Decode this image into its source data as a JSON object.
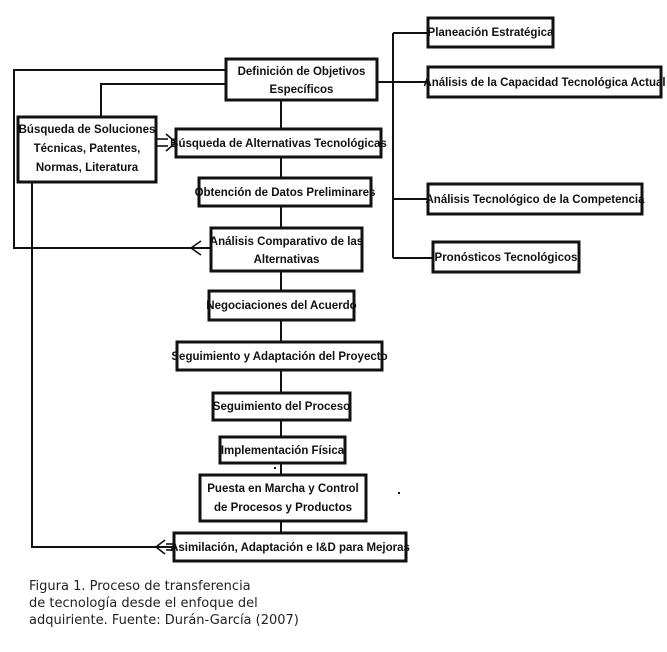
{
  "nodes": {
    "definicion": [
      "Definición de Objetivos",
      "Específicos"
    ],
    "busqueda_soluciones": [
      "Búsqueda de Soluciones",
      "Técnicas, Patentes,",
      "Normas, Literatura"
    ],
    "busqueda_alternativas": [
      "Búsqueda de Alternativas Tecnológicas"
    ],
    "obtencion": [
      "Obtención de Datos Preliminares"
    ],
    "analisis_comparativo": [
      "Análisis Comparativo de las",
      "Alternativas"
    ],
    "negociaciones": [
      "Negociaciones del Acuerdo"
    ],
    "seguimiento_adaptacion": [
      "Seguimiento y Adaptación del Proyecto"
    ],
    "seguimiento_proceso": [
      "Seguimiento del Proceso"
    ],
    "implementacion": [
      "Implementación Física"
    ],
    "puesta_marcha": [
      "Puesta en Marcha y Control",
      "de Procesos y Productos"
    ],
    "asimilacion": [
      "Asimilación, Adaptación e I&D para Mejoras"
    ],
    "planeacion": [
      "Planeación Estratégica"
    ],
    "capacidad": [
      "Análisis de la Capacidad Tecnológica Actual"
    ],
    "competencia": [
      "Análisis Tecnológico de la Competencia"
    ],
    "pronosticos": [
      "Pronósticos Tecnológicos"
    ]
  },
  "caption": {
    "line1": "Figura 1.  Proceso de transferencia",
    "line2": "de tecnología desde el enfoque del",
    "line3": "adquiriente. Fuente: Durán-García (2007)"
  }
}
